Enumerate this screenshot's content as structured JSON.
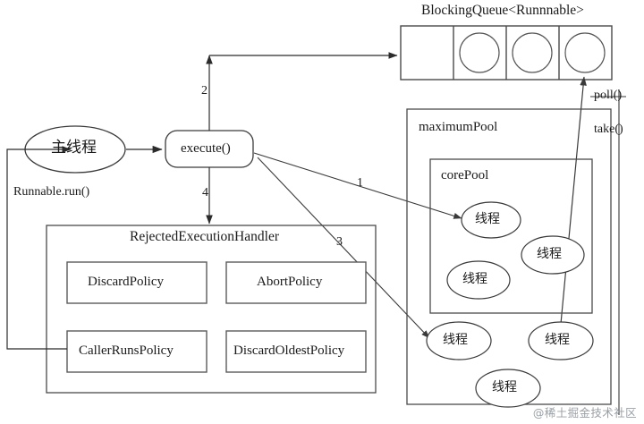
{
  "diagram": {
    "title": "Java ThreadPoolExecutor execution flow",
    "colors": {
      "stroke": "#3a3a3a",
      "stroke_light": "#6a6a6a",
      "text": "#1a1a1a",
      "background": "#ffffff",
      "watermark": "#9aa0a6"
    },
    "queue": {
      "title": "BlockingQueue<Runnnable>",
      "cells": [
        "",
        "task",
        "task",
        "task"
      ],
      "cell_count": 4,
      "filled_cells": 3
    },
    "main_thread": {
      "label": "主线程"
    },
    "execute_node": {
      "label": "execute()"
    },
    "callback_label": "Runnable.run()",
    "pools": {
      "maximum_pool_label": "maximumPool",
      "core_pool_label": "corePool",
      "core_threads": [
        {
          "label": "线程"
        },
        {
          "label": "线程"
        },
        {
          "label": "线程"
        }
      ],
      "extra_threads": [
        {
          "label": "线程"
        },
        {
          "label": "线程"
        },
        {
          "label": "线程"
        }
      ]
    },
    "queue_ops": {
      "poll_label": "poll()",
      "take_label": "take()"
    },
    "rejected_handler": {
      "title": "RejectedExecutionHandler",
      "policies": [
        {
          "label": "DiscardPolicy"
        },
        {
          "label": "AbortPolicy"
        },
        {
          "label": "CallerRunsPolicy"
        },
        {
          "label": "DiscardOldestPolicy"
        }
      ]
    },
    "step_numbers": {
      "one": "1",
      "two": "2",
      "three": "3",
      "four": "4"
    },
    "watermark": "@稀土掘金技术社区"
  }
}
